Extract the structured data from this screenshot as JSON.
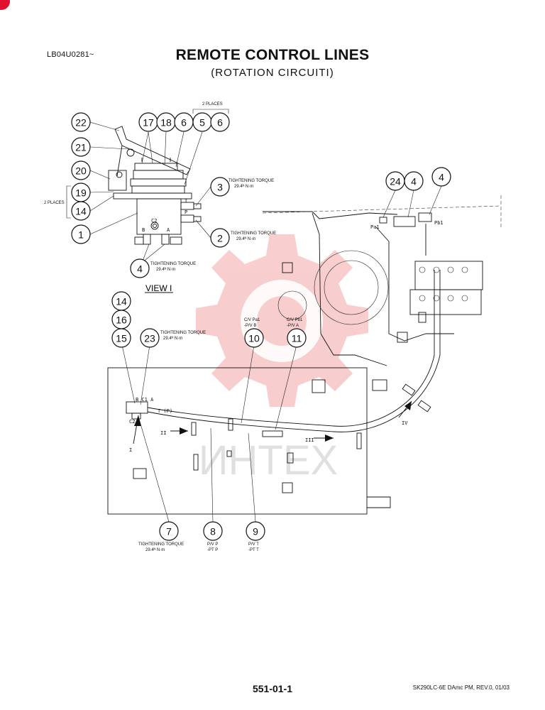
{
  "header": {
    "doc_code": "LB04U0281~",
    "title": "REMOTE CONTROL LINES",
    "subtitle": "(ROTATION CIRCUITI)"
  },
  "footer": {
    "page_number": "551-01-1",
    "doc_ref": "SK290LC-6E DAmc PM, REV.0, 01/03"
  },
  "watermark": {
    "text": "ИНТЕХ",
    "color": "#f2a0a0"
  },
  "callouts": [
    "22",
    "21",
    "20",
    "19",
    "14",
    "1",
    "17",
    "18",
    "6",
    "5",
    "6",
    "3",
    "2",
    "4",
    "24",
    "4",
    "4",
    "14",
    "16",
    "15",
    "23",
    "10",
    "11",
    "7",
    "8",
    "9"
  ],
  "notes": {
    "two_places_top": "2 PLACES",
    "two_places_left": "2 PLACES",
    "torque_label": "TIGHTENING TORQUE",
    "torque_value": "29.4ᴺ N·m",
    "view_label": "VIEW I",
    "port_c2": "C2",
    "port_b": "B",
    "port_a": "A",
    "port_t": "T",
    "port_p": "P",
    "pa1": "Pa1",
    "pb1": "Pb1",
    "cv_pa1": "C/V Pa1",
    "pv_b": "-P/V B",
    "cv_pb1": "C/V Pb1",
    "pv_a": "-P/V A",
    "pv_p": "P/V P",
    "pt_p": "-PT P",
    "pv_t": "P/V T",
    "pt_t": "-PT T",
    "arrow_i": "I",
    "arrow_ii": "II",
    "arrow_iii": "III",
    "arrow_iv": "IV",
    "port_c1a": "B C1 A",
    "port_tp": "T (P)"
  }
}
